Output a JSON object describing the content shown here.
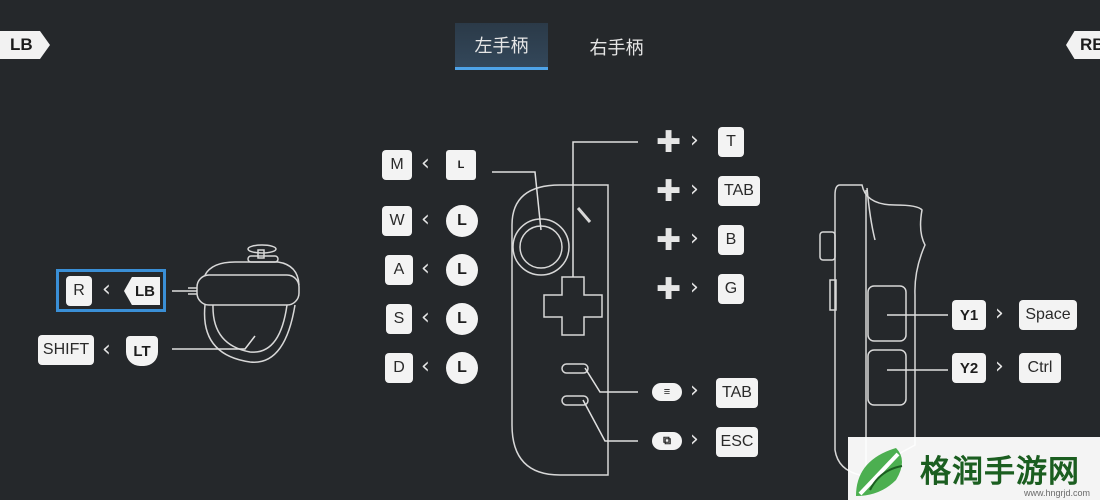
{
  "header": {
    "left_bumper": "LB",
    "right_bumper": "RB",
    "tabs": [
      {
        "label": "左手柄",
        "active": true
      },
      {
        "label": "右手柄",
        "active": false
      }
    ]
  },
  "side_view": {
    "bindings": [
      {
        "key": "R",
        "control": "LB",
        "selected": true
      },
      {
        "key": "SHIFT",
        "control": "LT",
        "selected": false
      }
    ]
  },
  "stick": {
    "bindings": [
      {
        "key": "M",
        "control": "stick-press-icon",
        "glyph": "L"
      },
      {
        "key": "W",
        "control": "stick-up-icon",
        "glyph": "L"
      },
      {
        "key": "A",
        "control": "stick-left-icon",
        "glyph": "L"
      },
      {
        "key": "S",
        "control": "stick-down-icon",
        "glyph": "L"
      },
      {
        "key": "D",
        "control": "stick-right-icon",
        "glyph": "L"
      }
    ]
  },
  "dpad": {
    "bindings": [
      {
        "control": "dpad-up-icon",
        "key": "T"
      },
      {
        "control": "dpad-left-icon",
        "key": "TAB"
      },
      {
        "control": "dpad-down-icon",
        "key": "B"
      },
      {
        "control": "dpad-right-icon",
        "key": "G"
      }
    ]
  },
  "system": {
    "bindings": [
      {
        "control": "menu-icon",
        "key": "TAB"
      },
      {
        "control": "view-icon",
        "key": "ESC"
      }
    ]
  },
  "back_view": {
    "bindings": [
      {
        "control": "Y1",
        "key": "Space"
      },
      {
        "control": "Y2",
        "key": "Ctrl"
      }
    ]
  },
  "watermark": {
    "text": "格润手游网",
    "url": "www.hngrjd.com"
  },
  "colors": {
    "background": "#25282b",
    "accent": "#3a8fd6",
    "key_bg": "#f3f3f3"
  }
}
